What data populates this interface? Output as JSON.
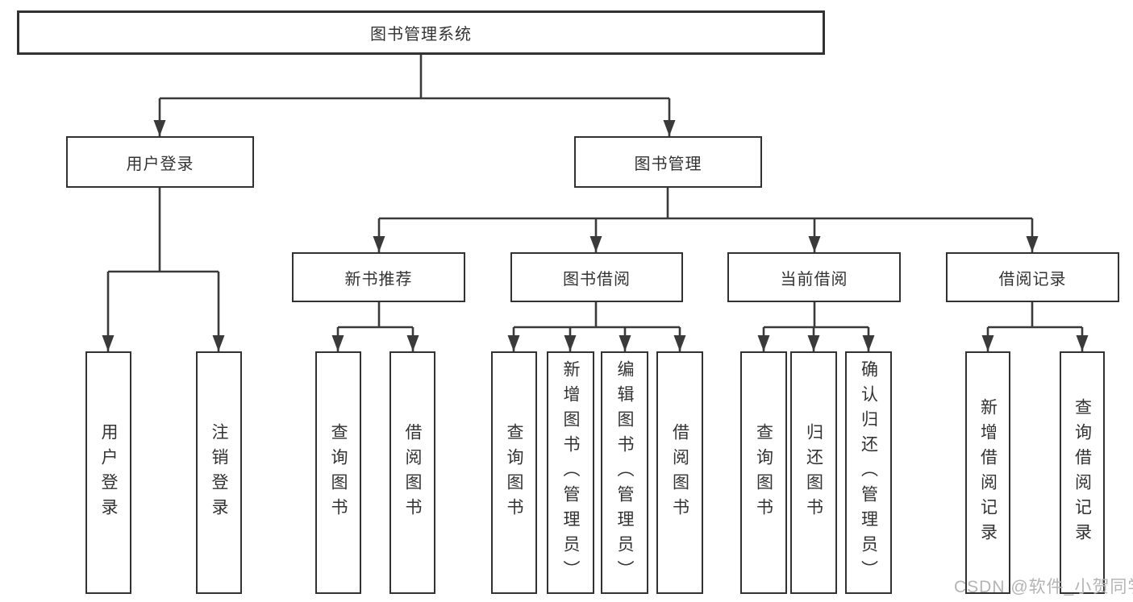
{
  "diagram": {
    "root": {
      "label": "图书管理系统"
    },
    "branches": [
      {
        "label": "用户登录",
        "children": [
          {
            "label": "用户登录"
          },
          {
            "label": "注销登录"
          }
        ]
      },
      {
        "label": "图书管理",
        "sections": [
          {
            "label": "新书推荐",
            "children": [
              {
                "label": "查询图书"
              },
              {
                "label": "借阅图书"
              }
            ]
          },
          {
            "label": "图书借阅",
            "children": [
              {
                "label": "查询图书"
              },
              {
                "label": "新增图书（管理员）"
              },
              {
                "label": "编辑图书（管理员）"
              },
              {
                "label": "借阅图书"
              }
            ]
          },
          {
            "label": "当前借阅",
            "children": [
              {
                "label": "查询图书"
              },
              {
                "label": "归还图书"
              },
              {
                "label": "确认归还（管理员）"
              }
            ]
          },
          {
            "label": "借阅记录",
            "children": [
              {
                "label": "新增借阅记录"
              },
              {
                "label": "查询借阅记录"
              }
            ]
          }
        ]
      }
    ],
    "watermark": "CSDN @软件_小贺同学",
    "colors": {
      "line": "#3a3a3a",
      "box_border": "#323232",
      "text": "#333333",
      "watermark": "#b4b4b4",
      "background": "#ffffff"
    }
  }
}
